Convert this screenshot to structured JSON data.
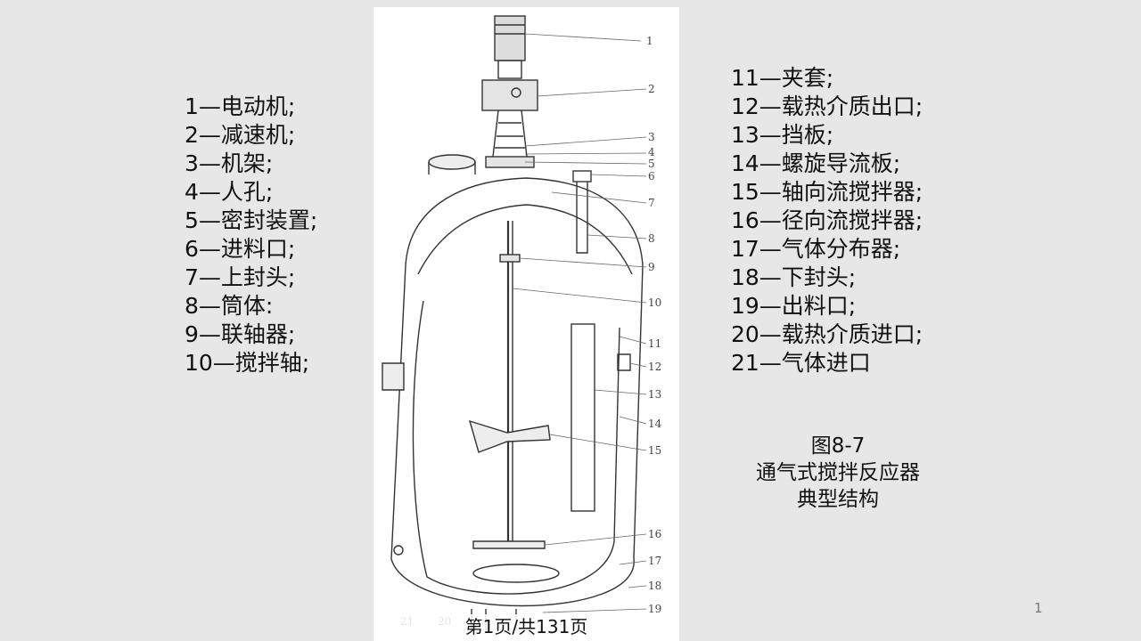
{
  "legend_left": [
    "1—电动机;",
    "2—减速机;",
    "3—机架;",
    "4—人孔;",
    "5—密封装置;",
    "6—进料口;",
    "7—上封头;",
    "8—筒体:",
    "9—联轴器;",
    "10—搅拌轴;"
  ],
  "legend_right": [
    "11—夹套;",
    "12—载热介质出口;",
    "13—挡板;",
    "14—螺旋导流板;",
    "15—轴向流搅拌器;",
    "16—径向流搅拌器;",
    "17—气体分布器;",
    "18—下封头;",
    "19—出料口;",
    "20—载热介质进口;",
    "21—气体进口"
  ],
  "caption": {
    "number": "图8-7",
    "line1": "通气式搅拌反应器",
    "line2": "典型结构"
  },
  "figure_callouts": [
    "1",
    "2",
    "3",
    "4",
    "5",
    "6",
    "7",
    "8",
    "9",
    "10",
    "11",
    "12",
    "13",
    "14",
    "15",
    "16",
    "17",
    "18",
    "19",
    "20",
    "21"
  ],
  "footer": "第1页/共131页",
  "page_number": "1"
}
